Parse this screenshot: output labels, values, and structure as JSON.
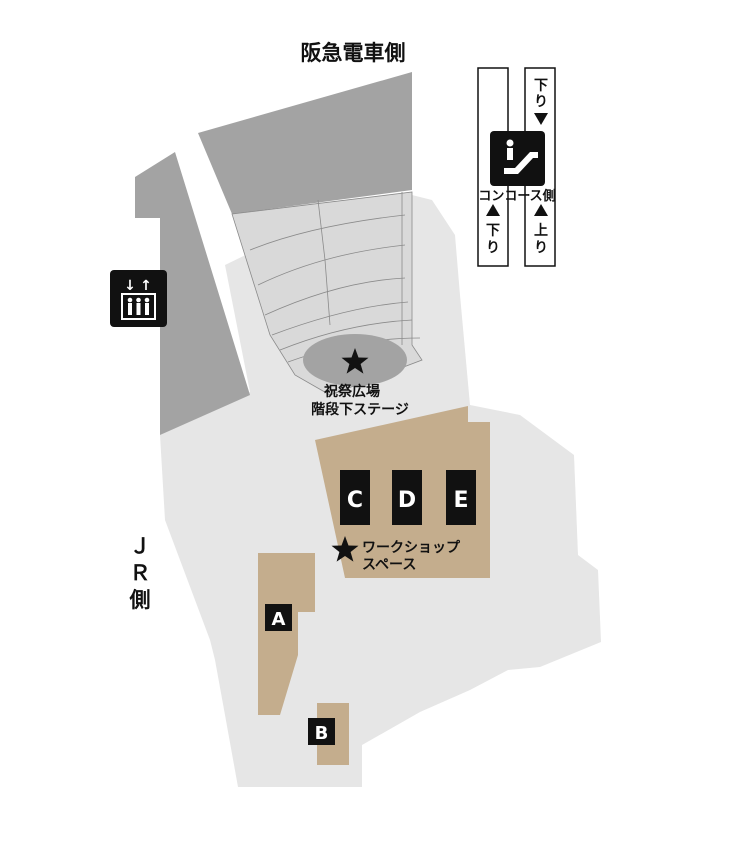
{
  "labels": {
    "hankyu_side": "阪急電車側",
    "jr_side": [
      "Ｊ",
      "Ｒ",
      "側"
    ],
    "plaza_line1": "祝祭広場",
    "plaza_line2": "階段下ステージ",
    "workshop_line1": "ワークショップ",
    "workshop_line2": "スペース",
    "concourse_side": "コンコース側",
    "down_top": "下り",
    "down_bottom": "下り",
    "up_bottom": "上り"
  },
  "booths": [
    "A",
    "B",
    "C",
    "D",
    "E"
  ],
  "icons": {
    "elevator": "elevator-icon",
    "escalator": "escalator-icon",
    "star": "star-icon",
    "triangle_down": "triangle-down-icon",
    "triangle_up": "triangle-up-icon"
  },
  "colors": {
    "dark_gray": "#a3a3a3",
    "light_gray": "#e6e6e6",
    "steps_gray": "#d9d9d9",
    "booth_tan": "#c4ad8d",
    "booth_box": "#111111",
    "text": "#111111"
  }
}
